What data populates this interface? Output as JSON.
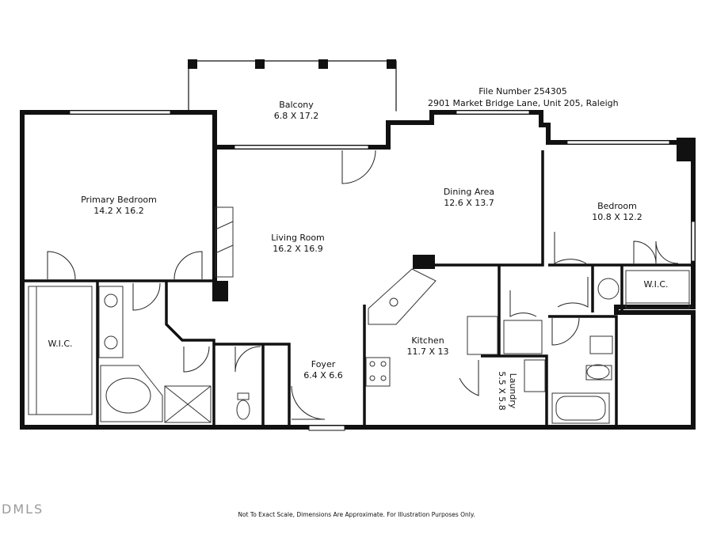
{
  "header": {
    "file_number": "File Number 254305",
    "address": "2901 Market Bridge Lane, Unit 205, Raleigh"
  },
  "rooms": {
    "balcony": {
      "name": "Balcony",
      "dims": "6.8 X 17.2"
    },
    "primary_bedroom": {
      "name": "Primary Bedroom",
      "dims": "14.2 X 16.2"
    },
    "living_room": {
      "name": "Living Room",
      "dims": "16.2 X 16.9"
    },
    "dining_area": {
      "name": "Dining Area",
      "dims": "12.6 X 13.7"
    },
    "bedroom": {
      "name": "Bedroom",
      "dims": "10.8 X 12.2"
    },
    "wic_left": {
      "name": "W.I.C."
    },
    "wic_right": {
      "name": "W.I.C."
    },
    "kitchen": {
      "name": "Kitchen",
      "dims": "11.7 X 13"
    },
    "foyer": {
      "name": "Foyer",
      "dims": "6.4 X 6.6"
    },
    "laundry": {
      "name": "Laundry",
      "dims": "5.5 X 5.8"
    }
  },
  "footer": {
    "disclaimer": "Not To Exact Scale, Dimensions Are Approximate. For Illustration Purposes Only.",
    "watermark": "DMLS"
  }
}
